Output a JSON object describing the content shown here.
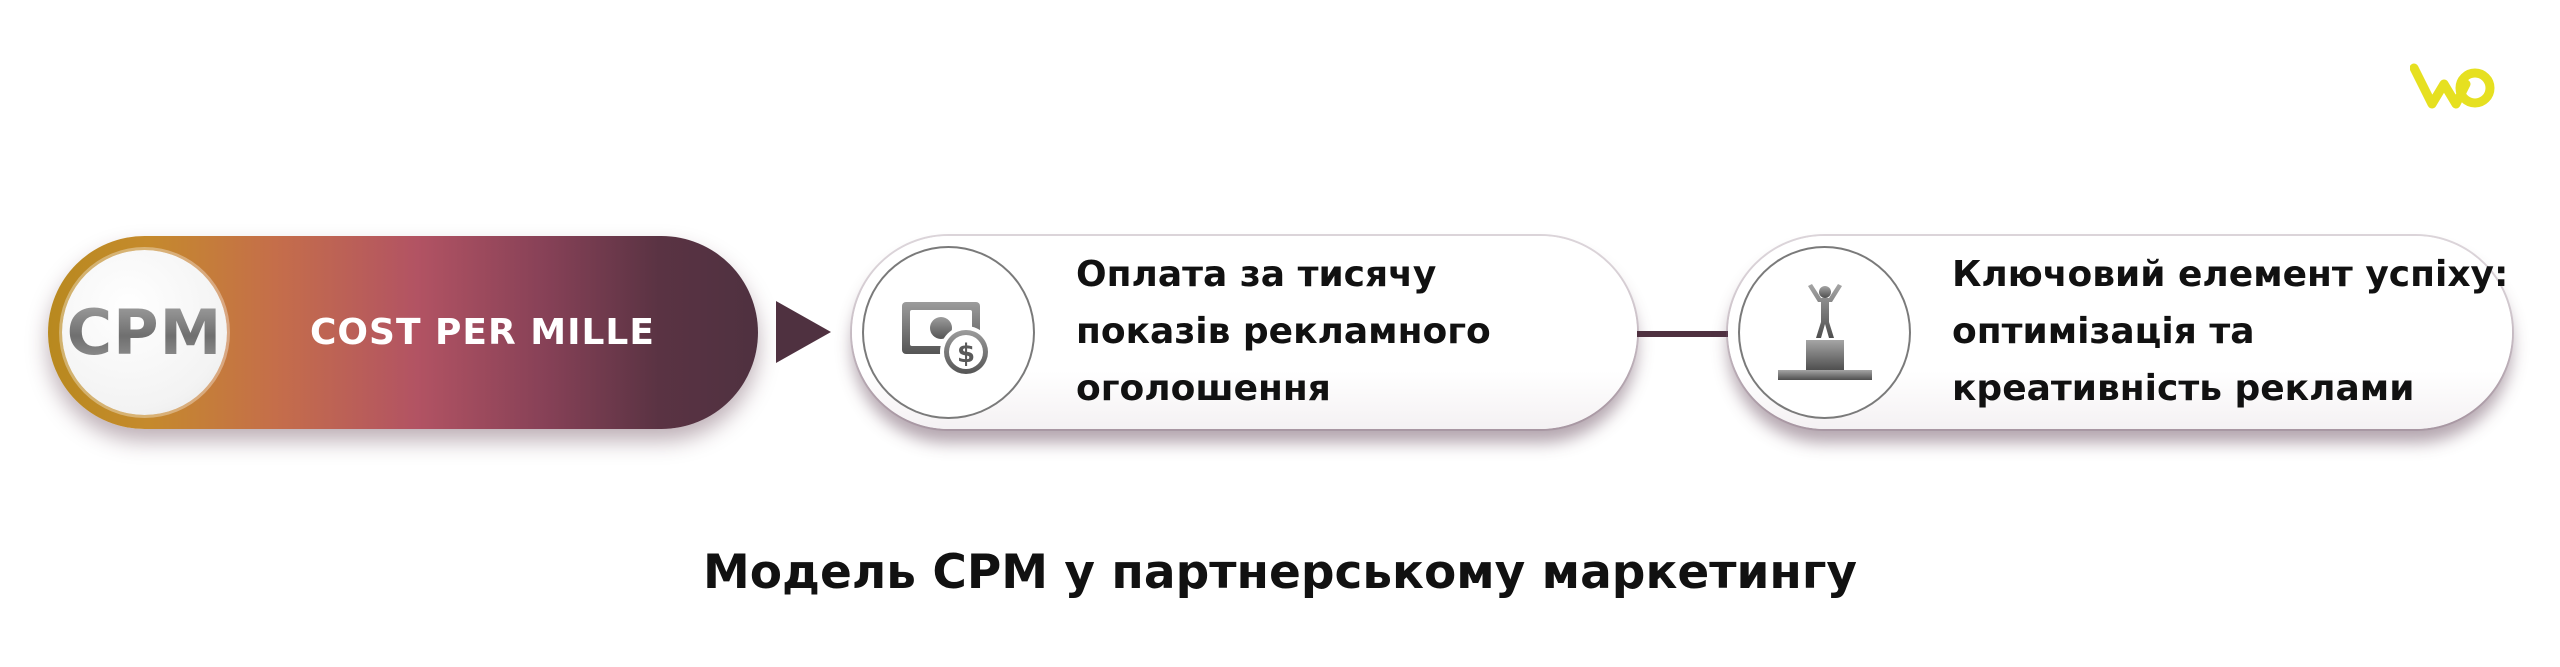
{
  "logo": {
    "icon": "wd-logo-icon",
    "color": "#e6e020"
  },
  "cpm": {
    "abbr": "CPM",
    "label": "COST PER MILLE",
    "gradient_colors": [
      "#b8891f",
      "#c56e4a",
      "#b25363",
      "#874157",
      "#4f3140"
    ]
  },
  "steps": [
    {
      "icon": "money-coin-icon",
      "lines": [
        "Оплата за тисячу",
        "показів рекламного",
        "оголошення"
      ]
    },
    {
      "icon": "winner-podium-icon",
      "lines": [
        "Ключовий елемент успіху:",
        "оптимізація та",
        "креативність реклами"
      ]
    }
  ],
  "connector_color": "#4f3140",
  "caption": "Модель CPM у партнерському маркетингу"
}
